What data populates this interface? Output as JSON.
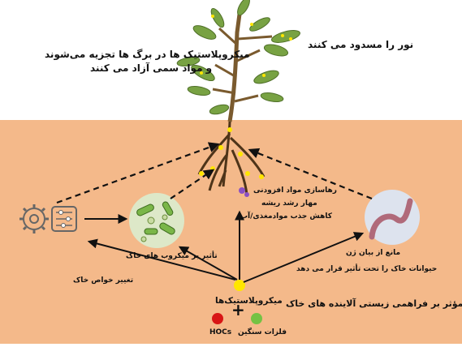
{
  "labels": {
    "block_light": "نور را مسدود می کنند",
    "leaf_break_1": "میکروپلاستیک ها در برگ ها تجزیه می‌شوند",
    "leaf_break_2": "و مواد سمی آزاد می کنند",
    "additives": "رهاسازی مواد افزودنی",
    "root_growth": "مهار رشد ریشه",
    "nutrient_uptake": "کاهش جذب موادمغذی/آب",
    "microbes_effect": "تأثیر بر میکروب های خاک",
    "gene_expression": "مانع از بیان ژن",
    "soil_properties": "تغییر خواص خاک",
    "soil_animals": "حیوانات خاک را تحت تأثیر قرار می دهد",
    "microplastics": "میکروپلاستیک‌ها",
    "plus": "+",
    "heavy_metals": "فلزات سنگین",
    "hocs": "HOCs",
    "bioavailability": "مؤثر بر فراهمی زیستی آلاینده های خاک"
  },
  "icons": [
    "gear-icon",
    "settings-sliders-icon",
    "bacteria-icon",
    "earthworm-icon",
    "plant-icon"
  ],
  "colors": {
    "soil": "#f4b98a",
    "microplastic": "#ffe600",
    "heavy_metals": "#d81515",
    "hocs": "#74c244",
    "leaf": "#78a243",
    "stem": "#7a5a2e"
  }
}
